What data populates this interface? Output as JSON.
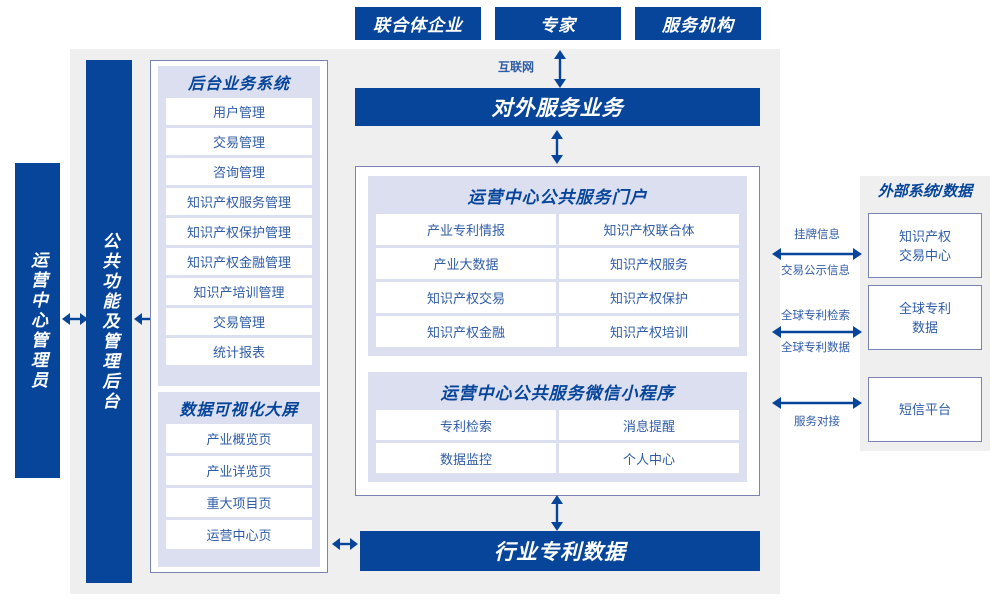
{
  "top_actors": [
    {
      "label": "联合体企业"
    },
    {
      "label": "专家"
    },
    {
      "label": "服务机构"
    }
  ],
  "internet_label": "互联网",
  "external_service_bar": "对外服务业务",
  "industry_data_bar": "行业专利数据",
  "left_roles": {
    "operator": "运营中心管理员",
    "common_admin": "公共功能及管理后台"
  },
  "backend_system": {
    "title": "后台业务系统",
    "items": [
      "用户管理",
      "交易管理",
      "咨询管理",
      "知识产权服务管理",
      "知识产权保护管理",
      "知识产权金融管理",
      "知识产培训管理",
      "交易管理",
      "统计报表"
    ]
  },
  "visualization": {
    "title": "数据可视化大屏",
    "items": [
      "产业概览页",
      "产业详览页",
      "重大项目页",
      "运营中心页"
    ]
  },
  "portal": {
    "title": "运营中心公共服务门户",
    "items": [
      "产业专利情报",
      "知识产权联合体",
      "产业大数据",
      "知识产权服务",
      "知识产权交易",
      "知识产权保护",
      "知识产权金融",
      "知识产权培训"
    ]
  },
  "miniprogram": {
    "title": "运营中心公共服务微信小程序",
    "items": [
      "专利检索",
      "消息提醒",
      "数据监控",
      "个人中心"
    ]
  },
  "external": {
    "title": "外部系统/数据",
    "systems": [
      {
        "label": "知识产权\n交易中心",
        "line1": "知识产权",
        "line2": "交易中心"
      },
      {
        "label": "全球专利\n数据",
        "line1": "全球专利",
        "line2": "数据"
      },
      {
        "label": "短信平台",
        "line1": "短信平台",
        "line2": ""
      }
    ],
    "connectors": [
      {
        "above": "挂牌信息",
        "below": "交易公示信息"
      },
      {
        "above": "全球专利检索",
        "below": "全球专利数据"
      },
      {
        "above": "",
        "below": "服务对接"
      }
    ]
  },
  "colors": {
    "deep_blue": "#06459a",
    "panel": "#dcdff0",
    "shell": "#efefef",
    "item_text": "#2f5ca8",
    "border": "#7b83b5"
  }
}
